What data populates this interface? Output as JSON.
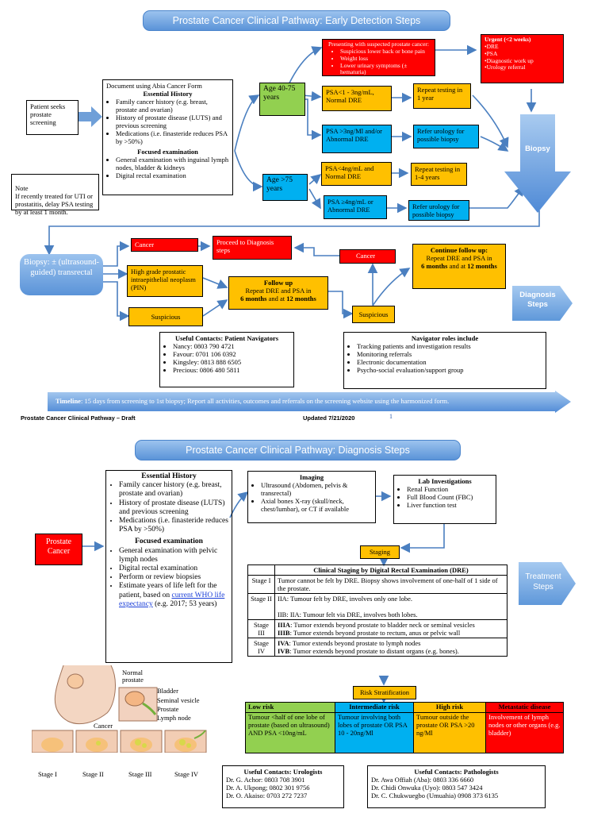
{
  "page1": {
    "title": "Prostate Cancer Clinical Pathway: Early Detection Steps",
    "patient_seeks": "Patient seeks prostate screening",
    "note": "Note\nIf recently treated for UTI or prostatitis, delay PSA testing by at least 1 month.",
    "doc_header": "Document using Abia Cancer Form",
    "essential_history_title": "Essential History",
    "essential_history_items": [
      "Family cancer history (e.g. breast, prostate and ovarian)",
      "History of prostate disease (LUTS) and previous screening",
      "Medications (i.e. finasteride reduces PSA by >50%)"
    ],
    "focused_exam_title": "Focused examination",
    "focused_exam_items": [
      "General examination with inguinal lymph nodes, bladder & kidneys",
      "Digital rectal examination"
    ],
    "age_40_75": "Age 40-75 years",
    "age_over_75": "Age >75 years",
    "presenting_title": "Presenting with suspected prostate cancer:",
    "presenting_items": [
      "Suspicious lower back or bone pain",
      "Weight loss",
      "Lower urinary symptoms (± hematuria)"
    ],
    "urgent_title": "Urgent (<2 weeks)",
    "urgent_items": [
      "DRE",
      "PSA",
      "Diagnostic work up",
      "Urology referral"
    ],
    "psa_low_normal": "PSA<1 - 3ng/mL, Normal DRE",
    "repeat_1yr": "Repeat testing in 1 year",
    "psa_high_abnormal": "PSA >3ng/Ml and/or Abnormal DRE",
    "refer_urology_1": "Refer urology for possible biopsy",
    "biopsy": "Biopsy",
    "psa_4_normal": "PSA<4ng/mL and Normal DRE",
    "repeat_1_4yr": "Repeat testing in 1-4 years",
    "psa_ge4_abnormal": "PSA ≥4ng/mL or Abnormal DRE",
    "refer_urology_2": "Refer urology for possible biopsy",
    "biopsy_trus": "Biopsy: ± (ultrasound-guided) transrectal",
    "cancer_1": "Cancer",
    "proceed_diag": "Proceed to Diagnosis steps",
    "cancer_2": "Cancer",
    "hgpin": "High grade prostatic intraepithelial neoplasm (PIN)",
    "followup_title": "Follow up",
    "followup_text": "Repeat DRE and PSA in",
    "followup_bold1": "6 months",
    "followup_mid": "and at",
    "followup_bold2": "12 months",
    "suspicious_1": "Suspicious",
    "suspicious_2": "Suspicious",
    "continue_title": "Continue follow up:",
    "continue_text": "Repeat DRE and PSA in",
    "continue_bold1": "6 months",
    "continue_mid": "and at",
    "continue_bold2": "12 months",
    "diagnosis_steps": "Diagnosis Steps",
    "navigators_title": "Useful Contacts: Patient Navigators",
    "navigators": [
      "Nancy: 0803 790 4721",
      "Favour: 0701 106 0392",
      "Kingsley: 0813 888 6505",
      "Precious: 0806 480 5811"
    ],
    "roles_title": "Navigator roles include",
    "roles": [
      "Tracking patients and investigation results",
      "Monitoring referrals",
      "Electronic documentation",
      "Psycho-social evaluation/support group"
    ],
    "timeline_label": "Timeline",
    "timeline_text": ": 15 days from screening to 1st biopsy; Report all activities, outcomes and referrals on the screening website using the harmonized form.",
    "footer_left": "Prostate Cancer Clinical Pathway – Draft",
    "footer_updated": "Updated 7/21/2020",
    "footer_page": "1"
  },
  "page2": {
    "title": "Prostate Cancer Clinical Pathway: Diagnosis Steps",
    "prostate_cancer": "Prostate Cancer",
    "essential_history_title": "Essential History",
    "essential_history_items": [
      "Family cancer history (e.g. breast, prostate and ovarian)",
      "History of prostate disease (LUTS) and previous screening",
      "Medications (i.e. finasteride reduces PSA by >50%)"
    ],
    "focused_exam_title": "Focused examination",
    "focused_exam_items": [
      "General examination with pelvic lymph nodes",
      "Digital rectal examination",
      "Perform or review biopsies"
    ],
    "life_item_pre": "Estimate years of life left for the patient, based on",
    "life_item_link": "current WHO life expectancy",
    "life_item_post": "(e.g. 2017; 53 years)",
    "imaging_title": "Imaging",
    "imaging_items": [
      "Ultrasound (Abdomen, pelvis & transrectal)",
      "Axial bones X-ray (skull/neck, chest/lumbar), or CT if available"
    ],
    "lab_title": "Lab Investigations",
    "lab_items": [
      "Renal Function",
      "Full Blood Count (FBC)",
      "Liver function test"
    ],
    "staging": "Staging",
    "staging_table_title": "Clinical Staging by Digital Rectal Examination (DRE)",
    "stages": [
      {
        "stage": "Stage I",
        "desc": "Tumor cannot be felt by DRE. Biopsy shows involvement of one-half of 1 side of the prostate."
      },
      {
        "stage": "Stage II",
        "desc": "IIA: Tumour felt by DRE, involves only one lobe.\n\nIIB: IIA: Tumour felt via DRE, involves both lobes."
      },
      {
        "stage": "Stage III",
        "desc_b1": "IIIA",
        "desc_1": ": Tumor extends beyond prostate to bladder neck or seminal vesicles",
        "desc_b2": "IIIB",
        "desc_2": ": Tumor extends beyond prostate to rectum, anus or pelvic wall"
      },
      {
        "stage": "Stage IV",
        "desc_b1": "IVA",
        "desc_1": ": Tumor extends beyond prostate to lymph nodes",
        "desc_b2": "IVB",
        "desc_2": ": Tumor extends beyond prostate to distant organs (e.g. bones)."
      }
    ],
    "treatment_steps": "Treatment Steps",
    "risk_stratification": "Risk Stratification",
    "risk_headers": [
      "Low risk",
      "Intermediate risk",
      "High risk",
      "Metastatic disease"
    ],
    "risk_cells": [
      "Tumour <half of one lobe of prostate (based on ultrasound) AND PSA <10ng/mL",
      "Tumour involving both lobes of prostate OR PSA 10 - 20ng/Ml",
      "Tumour outside the prostate OR PSA >20 ng/Ml",
      "Involvement of lymph nodes or other organs (e.g. bladder)"
    ],
    "anatomy_labels": {
      "normal_prostate": "Normal prostate",
      "bladder": "Bladder",
      "seminal_vesicle": "Seminal vesicle",
      "prostate": "Prostate",
      "lymph_node": "Lymph node",
      "cancer": "Cancer",
      "stages": [
        "Stage I",
        "Stage II",
        "Stage III",
        "Stage IV"
      ]
    },
    "urologists_title": "Useful Contacts: Urologists",
    "urologists": [
      "Dr. G. Achor: 0803 708 3901",
      "Dr. A. Ukpong; 0802 301 9756",
      "Dr. O. Akaiso: 0703 272 7237"
    ],
    "pathologists_title": "Useful Contacts: Pathologists",
    "pathologists": [
      "Dr. Awa Offiah (Aba): 0803 336 6660",
      "Dr. Chidi Onwuka (Uyo): 0803 547 3424",
      "Dr. C. Chukwuegbo (Umuahia) 0908 373 6135"
    ]
  },
  "colors": {
    "yellow": "#ffc000",
    "red": "#ff0000",
    "green": "#92d050",
    "blue": "#00b0f0",
    "banner": "#5a93d8",
    "arrow": "#4a7fc0"
  }
}
